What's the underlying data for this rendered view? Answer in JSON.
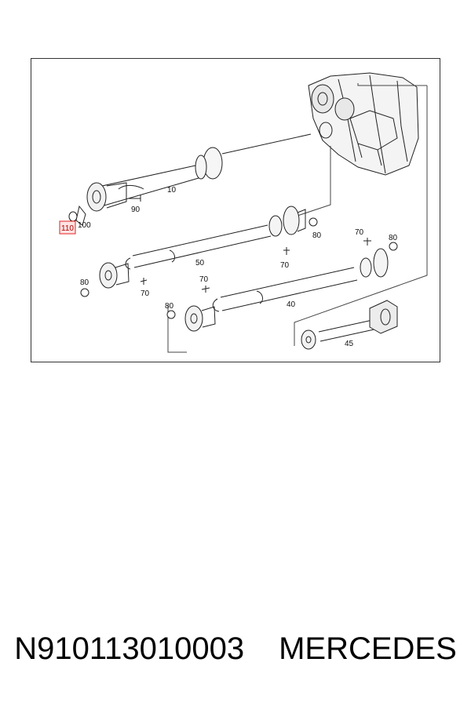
{
  "diagram": {
    "callouts": {
      "c10": "10",
      "c90": "90",
      "c100": "100",
      "c110": "110",
      "c80_a": "80",
      "c50": "50",
      "c70_a": "70",
      "c80_b": "80",
      "c70_b": "70",
      "c70_c": "70",
      "c80_c": "80",
      "c70_d": "70",
      "c80_d": "80",
      "c40": "40",
      "c45": "45"
    },
    "highlighted_callout": "110",
    "highlight_color": "#e02020"
  },
  "caption": {
    "part_number": "N910113010003",
    "brand": "MERCEDES"
  }
}
